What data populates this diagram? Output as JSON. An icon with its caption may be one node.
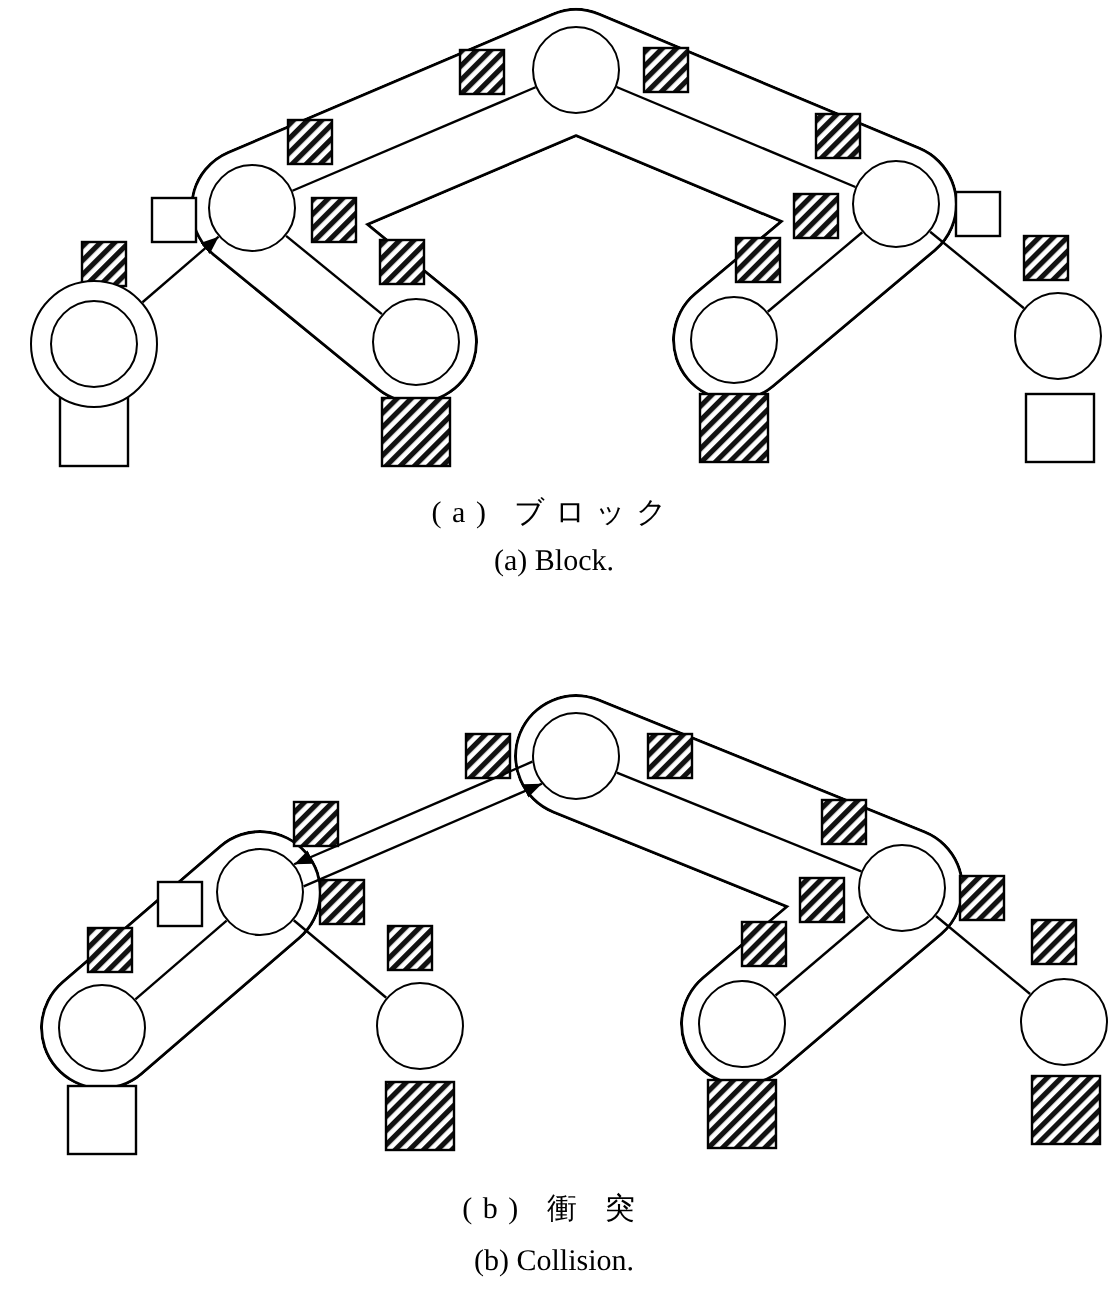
{
  "diagram": {
    "nodes": [
      {
        "text": [],
        "shape": "circle"
      },
      {
        "text": [],
        "shape": "circle"
      },
      {
        "text": [],
        "shape": "circle"
      },
      {
        "text": [],
        "shape": "circle"
      },
      {
        "text": [],
        "shape": "circle"
      },
      {
        "text": [],
        "shape": "circle"
      },
      {
        "text": [],
        "shape": "circle"
      },
      {
        "text": [],
        "shape": "circle"
      },
      {
        "text": [],
        "shape": "circle"
      },
      {
        "text": [],
        "shape": "circle"
      },
      {
        "text": [],
        "shape": "circle"
      },
      {
        "text": [],
        "shape": "circle"
      },
      {
        "text": [],
        "shape": "circle"
      },
      {
        "text": [],
        "shape": "circle"
      }
    ],
    "edges": [
      {
        "from": 0,
        "to": 1,
        "arrow": "none"
      },
      {
        "from": 0,
        "to": 2,
        "arrow": "none"
      },
      {
        "from": 1,
        "to": 4,
        "arrow": "none"
      },
      {
        "from": 2,
        "to": 5,
        "arrow": "none"
      },
      {
        "from": 2,
        "to": 6,
        "arrow": "none"
      },
      {
        "from": 3,
        "to": 1,
        "arrow": "to"
      },
      {
        "from": 7,
        "to": 9,
        "arrow": "none"
      },
      {
        "from": 8,
        "to": 10,
        "arrow": "none"
      },
      {
        "from": 8,
        "to": 11,
        "arrow": "none"
      },
      {
        "from": 9,
        "to": 12,
        "arrow": "none"
      },
      {
        "from": 9,
        "to": 13,
        "arrow": "none"
      },
      {
        "from": 8,
        "to": 7,
        "arrow": "to"
      },
      {
        "from": 7,
        "to": 8,
        "arrow": "to"
      }
    ],
    "labels": [
      "(a) ブロック",
      "(a) Block.",
      "(b) 衝 突",
      "(b) Collision."
    ]
  }
}
